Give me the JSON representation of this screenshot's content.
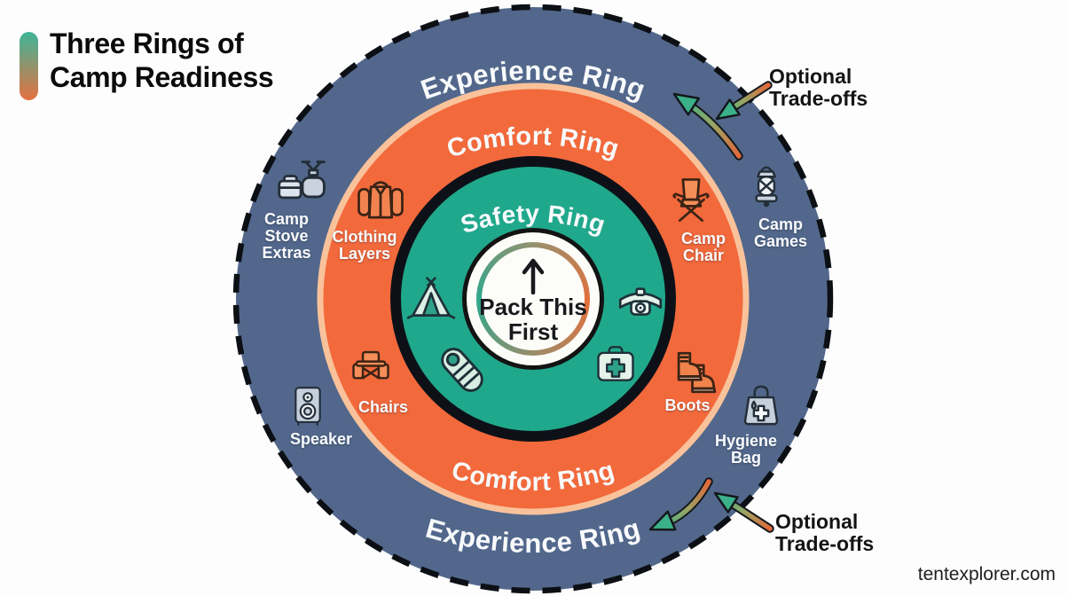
{
  "title": {
    "line1": "Three Rings of",
    "line2": "Camp Readiness"
  },
  "rings": {
    "experience": {
      "label": "Experience Ring",
      "color": "#52678b"
    },
    "comfort": {
      "label": "Comfort Ring",
      "color": "#f2693c",
      "edge_color": "#f9c29b"
    },
    "safety": {
      "label": "Safety Ring",
      "color": "#20a88c"
    },
    "center": {
      "arrow": "↑",
      "line1": "Pack This",
      "line2": "First",
      "ring_gradient": [
        "#2ea78d",
        "#95926f",
        "#e2703c"
      ]
    }
  },
  "items": {
    "experience": [
      {
        "label": "Camp Stove Extras",
        "icon": "camp-stove-icon"
      },
      {
        "label": "Camp Games",
        "icon": "lantern-icon"
      },
      {
        "label": "Speaker",
        "icon": "speaker-icon"
      },
      {
        "label": "Hygiene Bag",
        "icon": "hygiene-bag-icon"
      }
    ],
    "comfort": [
      {
        "label": "Clothing Layers",
        "icon": "jacket-icon"
      },
      {
        "label": "Camp Chair",
        "icon": "camp-chair-icon"
      },
      {
        "label": "Chairs",
        "icon": "folding-chair-icon"
      },
      {
        "label": "Boots",
        "icon": "boots-icon"
      }
    ],
    "safety": [
      {
        "icon": "tent-icon"
      },
      {
        "icon": "sleeping-bag-icon"
      },
      {
        "icon": "headlamp-icon"
      },
      {
        "icon": "first-aid-kit-icon"
      }
    ]
  },
  "callouts": {
    "top": {
      "line1": "Optional",
      "line2": "Trade-offs"
    },
    "bottom": {
      "line1": "Optional",
      "line2": "Trade-offs"
    }
  },
  "arrows": {
    "style": "gradient",
    "gradient": [
      "#e2683b",
      "#9aa563",
      "#3bb189"
    ],
    "head_color": "#3bb189"
  },
  "footer": {
    "website": "tentexplorer.com"
  }
}
